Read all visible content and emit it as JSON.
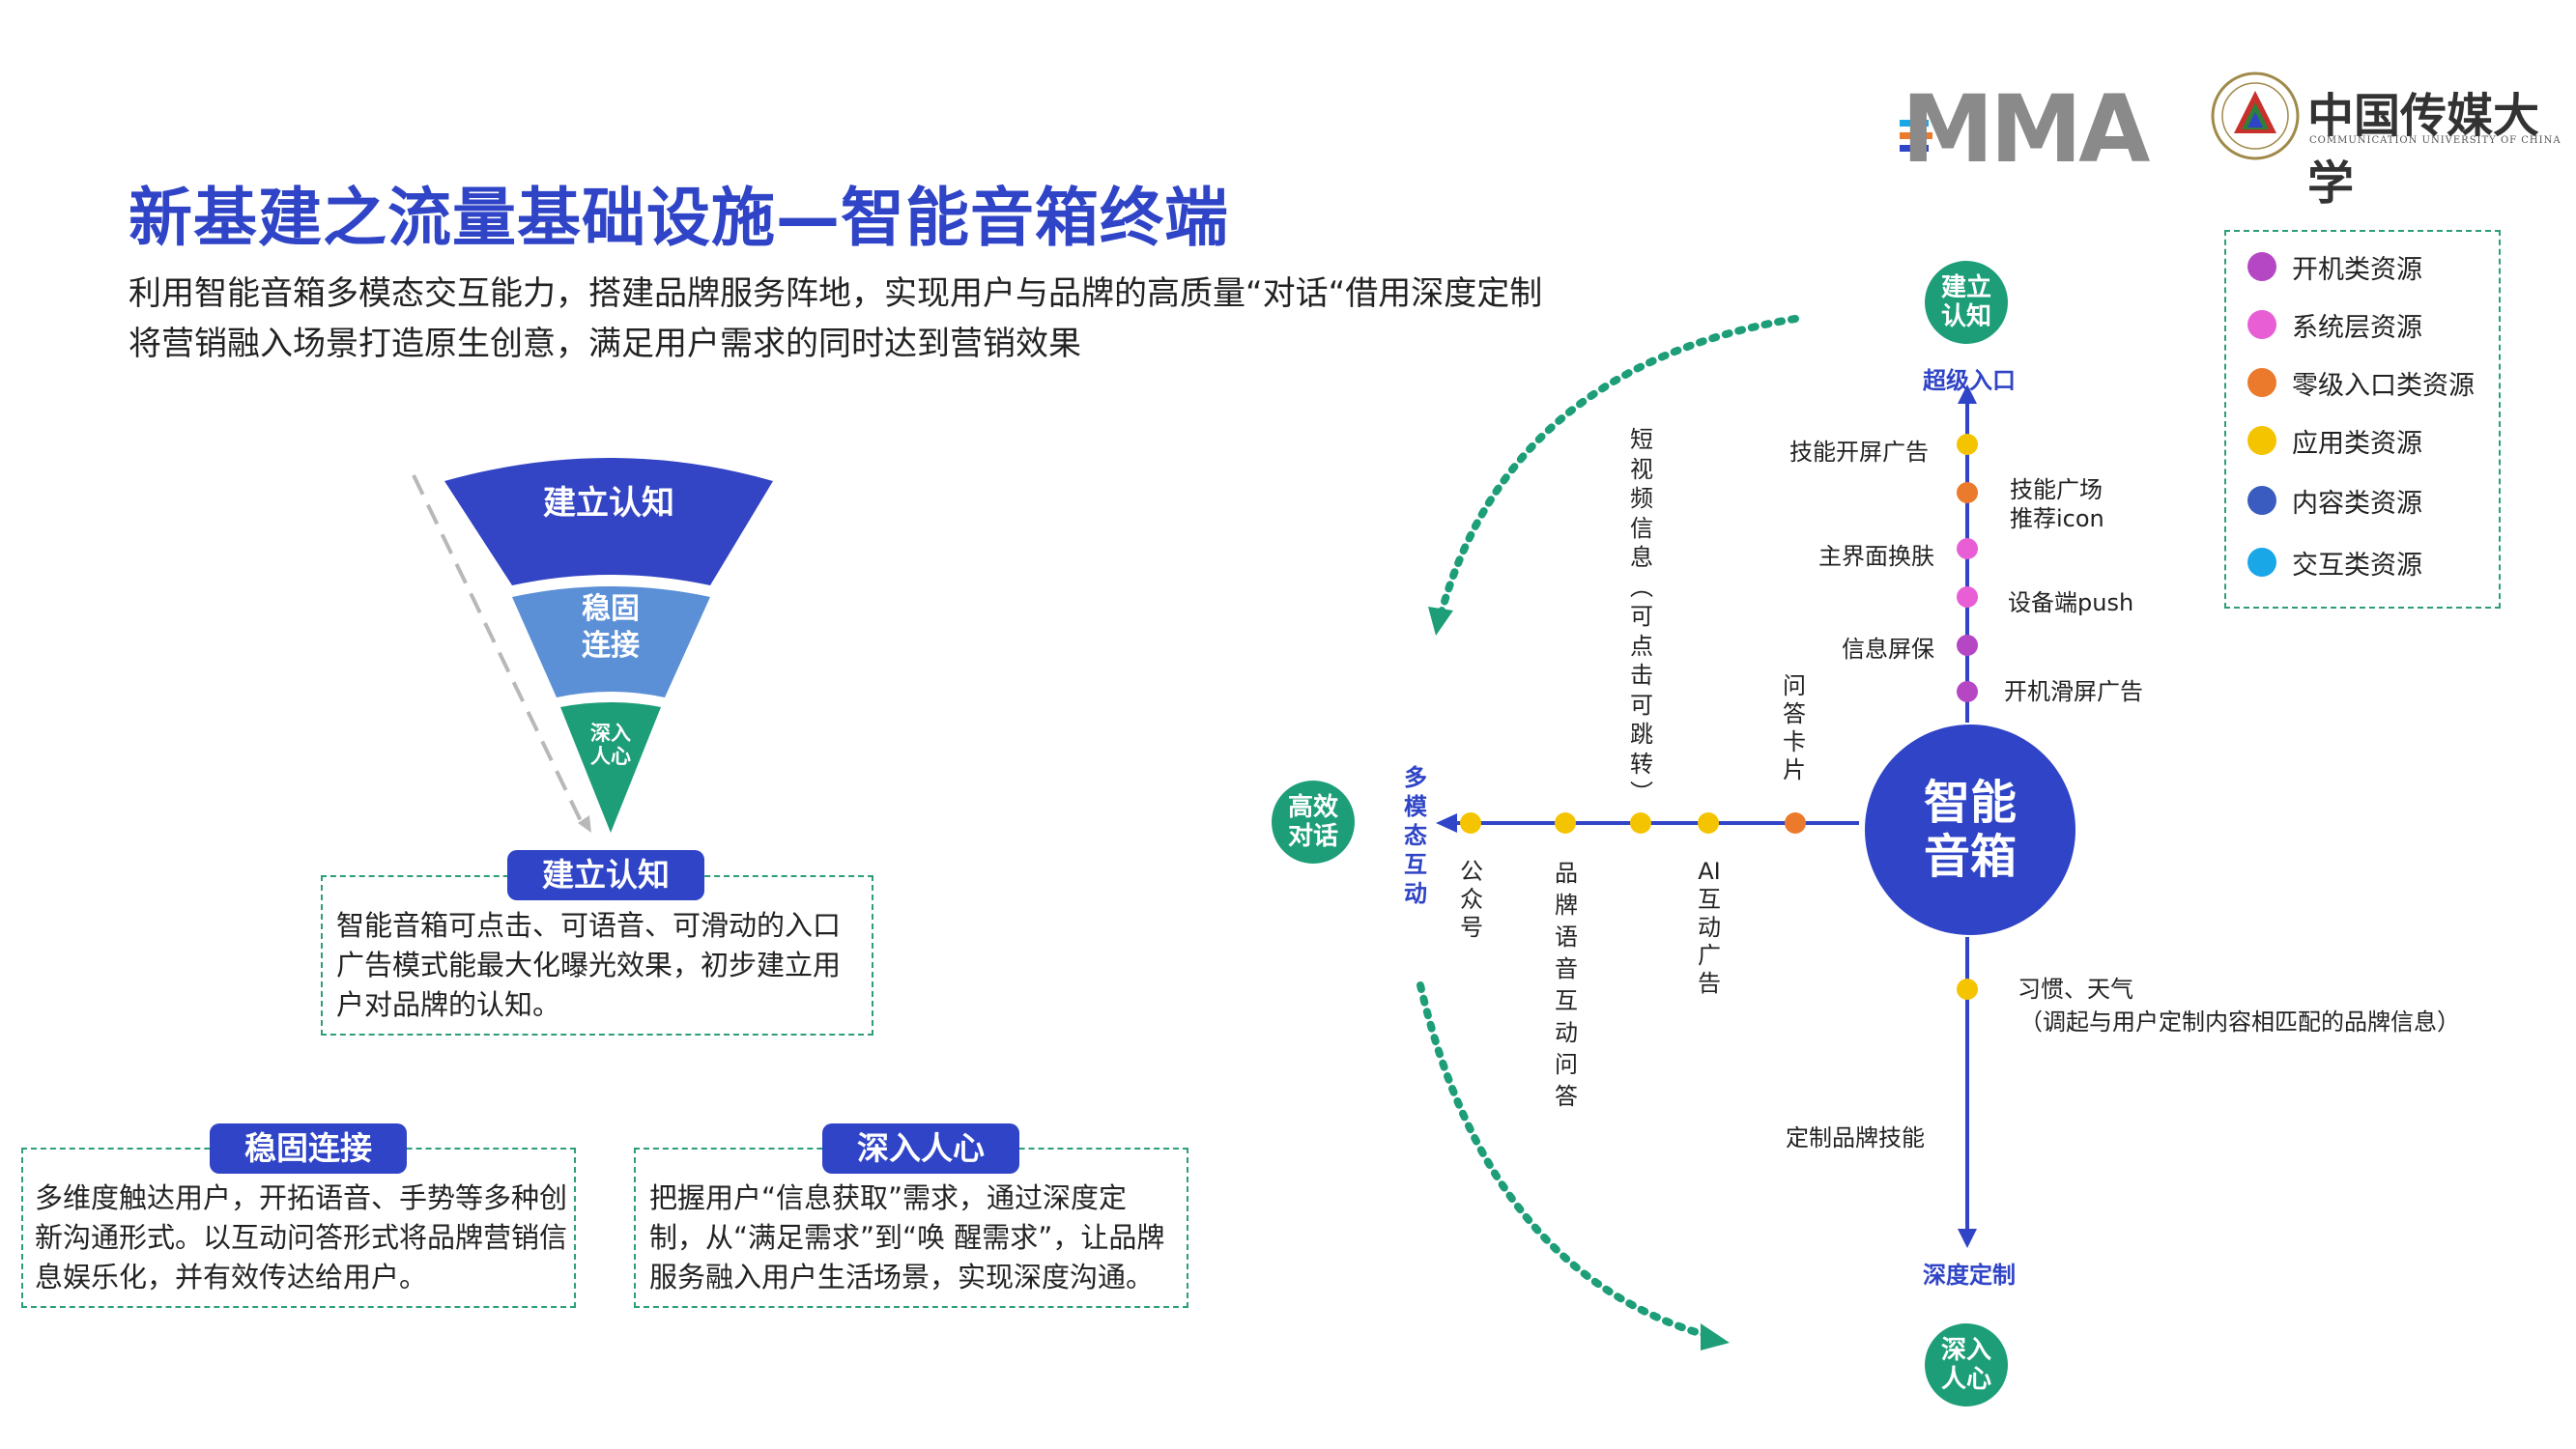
{
  "title": "新基建之流量基础设施—智能音箱终端",
  "subtitle_lines": [
    "利用智能音箱多模态交互能力，搭建品牌服务阵地，实现用户与品牌的高质量“对话“借用深度定制",
    "将营销融入场景打造原生创意，满足用户需求的同时达到营销效果"
  ],
  "logos": {
    "mma": "MMA",
    "university_name": "中国传媒大学",
    "university_en": "COMMUNICATION UNIVERSITY OF CHINA"
  },
  "funnel": {
    "layers": [
      "建立认知",
      "稳固\n连接",
      "深入\n人心"
    ],
    "colors": [
      "#3344c4",
      "#5b8fd6",
      "#1d9e78"
    ]
  },
  "cards": [
    {
      "tag": "建立认知",
      "text": "智能音箱可点击、可语音、可滑动的入口广告模式能最大化曝光效果，初步建立用户对品牌的认知。"
    },
    {
      "tag": "稳固连接",
      "text": "多维度触达用户，开拓语音、手势等多种创新沟通形式。以互动问答形式将品牌营销信息娱乐化，并有效传达给用户。"
    },
    {
      "tag": "深入人心",
      "text": "把握用户“信息获取”需求，通过深度定制，从“满足需求”到“唤 醒需求”，让品牌服务融入用户生活场景，实现深度沟通。"
    }
  ],
  "diagram": {
    "hub": "智能\n音箱",
    "top_circle": "建立\n认知",
    "left_circle": "高效\n对话",
    "bottom_circle": "深入\n人心",
    "top_label": "超级入口",
    "left_label": "多模态互动",
    "bottom_label": "深度定制",
    "vertical_up_items": [
      {
        "label": "技能开屏广告",
        "side": "left",
        "color": "#f5c400"
      },
      {
        "label": "技能广场\n推荐icon",
        "side": "right",
        "color": "#ec7a2c"
      },
      {
        "label": "主界面换肤",
        "side": "left",
        "color": "#e85fd5"
      },
      {
        "label": "设备端push",
        "side": "right",
        "color": "#e85fd5"
      },
      {
        "label": "信息屏保",
        "side": "left",
        "color": "#b547c4"
      },
      {
        "label": "开机滑屏广告",
        "side": "right",
        "color": "#b547c4"
      }
    ],
    "horizontal_items": [
      {
        "label": "问答卡片",
        "side": "top",
        "color": "#ec7a2c"
      },
      {
        "label": "AI互动广告",
        "side": "bottom",
        "color": "#f5c400"
      },
      {
        "label": "短视频信息（可点击可跳转）",
        "side": "top",
        "color": "#f5c400"
      },
      {
        "label": "品牌语音互动问答",
        "side": "bottom",
        "color": "#f5c400"
      },
      {
        "label": "公众号",
        "side": "bottom",
        "color": "#f5c400"
      }
    ],
    "vertical_down_items": [
      {
        "label": "习惯、天气",
        "sub": "（调起与用户定制内容相匹配的品牌信息）",
        "color": "#f5c400"
      },
      {
        "label": "定制品牌技能",
        "color": null
      }
    ]
  },
  "legend": [
    {
      "label": "开机类资源",
      "color": "#b547c4"
    },
    {
      "label": "系统层资源",
      "color": "#e85fd5"
    },
    {
      "label": "零级入口类资源",
      "color": "#ec7a2c"
    },
    {
      "label": "应用类资源",
      "color": "#f5c400"
    },
    {
      "label": "内容类资源",
      "color": "#3a5bbf"
    },
    {
      "label": "交互类资源",
      "color": "#1aa7e8"
    }
  ]
}
